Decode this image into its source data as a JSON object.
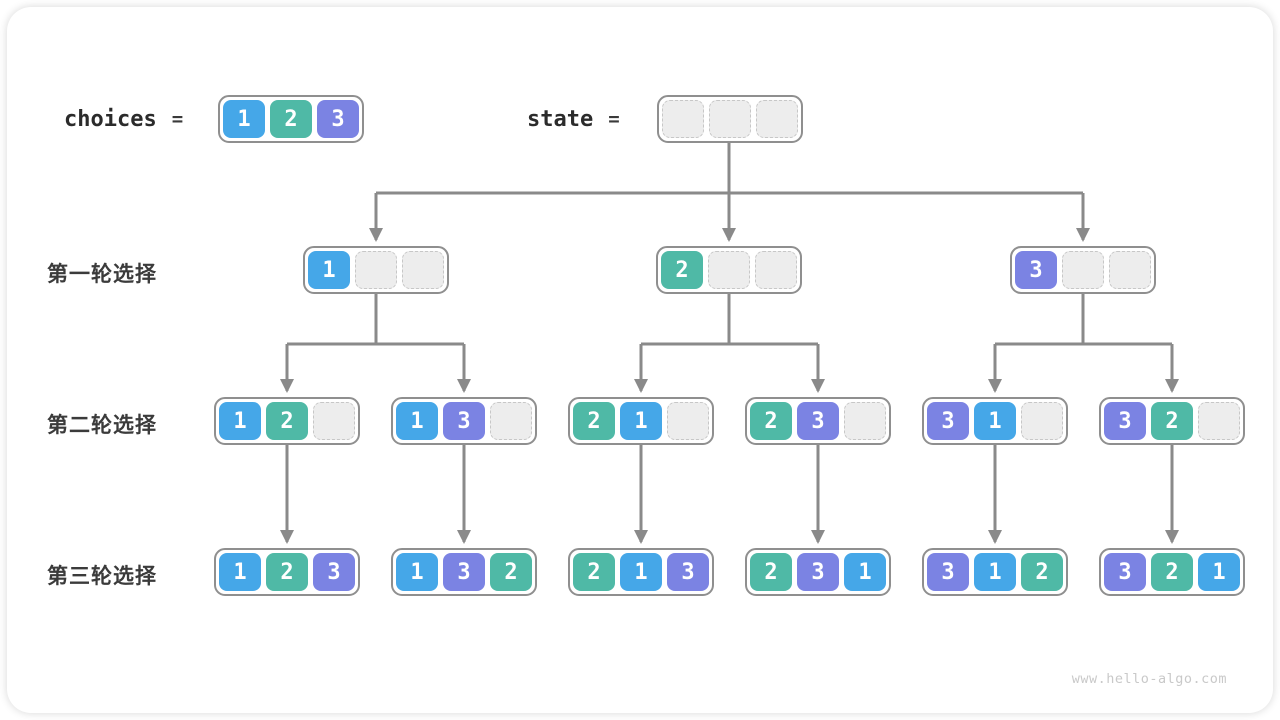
{
  "diagram": {
    "title_semantics": "permutation backtracking tree",
    "watermark": "www.hello-algo.com",
    "header": {
      "choices_label": "choices",
      "state_label": "state",
      "equals_sign": "=",
      "choices_values": [
        1,
        2,
        3
      ],
      "state_values": [
        null,
        null,
        null
      ]
    },
    "rounds": [
      {
        "label": "第一轮选择",
        "boxes": [
          [
            1,
            null,
            null
          ],
          [
            2,
            null,
            null
          ],
          [
            3,
            null,
            null
          ]
        ]
      },
      {
        "label": "第二轮选择",
        "boxes": [
          [
            1,
            2,
            null
          ],
          [
            1,
            3,
            null
          ],
          [
            2,
            1,
            null
          ],
          [
            2,
            3,
            null
          ],
          [
            3,
            1,
            null
          ],
          [
            3,
            2,
            null
          ]
        ]
      },
      {
        "label": "第三轮选择",
        "boxes": [
          [
            1,
            2,
            3
          ],
          [
            1,
            3,
            2
          ],
          [
            2,
            1,
            3
          ],
          [
            2,
            3,
            1
          ],
          [
            3,
            1,
            2
          ],
          [
            3,
            2,
            1
          ]
        ]
      }
    ],
    "colors": {
      "value1": "#45a7e8",
      "value2": "#4fb9a6",
      "value3": "#7b83e3",
      "empty_fill": "#ededed",
      "empty_border": "#c7c7c7",
      "arrow": "#8a8a8a",
      "box_border": "#8f8f8f"
    }
  }
}
